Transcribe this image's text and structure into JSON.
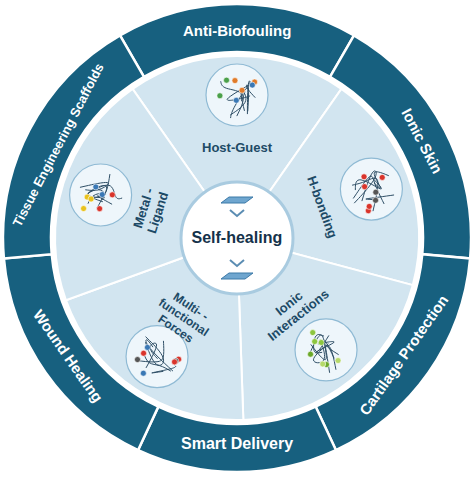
{
  "diagram": {
    "nodes": [
      {
        "text": [
          "Anti-Biofouling"
        ]
      },
      {
        "text": [
          "Ionic Skin"
        ]
      },
      {
        "text": [
          "Cartilage Protection"
        ]
      },
      {
        "text": [
          "Smart Delivery"
        ]
      },
      {
        "text": [
          "Wound Healing"
        ]
      },
      {
        "text": [
          "Tissue Engineering Scaffolds"
        ]
      },
      {
        "text": [
          "Host-Guest"
        ]
      },
      {
        "text": [
          "H-bonding"
        ]
      },
      {
        "text": [
          "Ionic Interactions"
        ]
      },
      {
        "text": [
          "Multi- -functional Forces"
        ]
      },
      {
        "text": [
          "Metal -Ligand"
        ]
      },
      {
        "text": [
          "Self-healing"
        ]
      }
    ]
  }
}
